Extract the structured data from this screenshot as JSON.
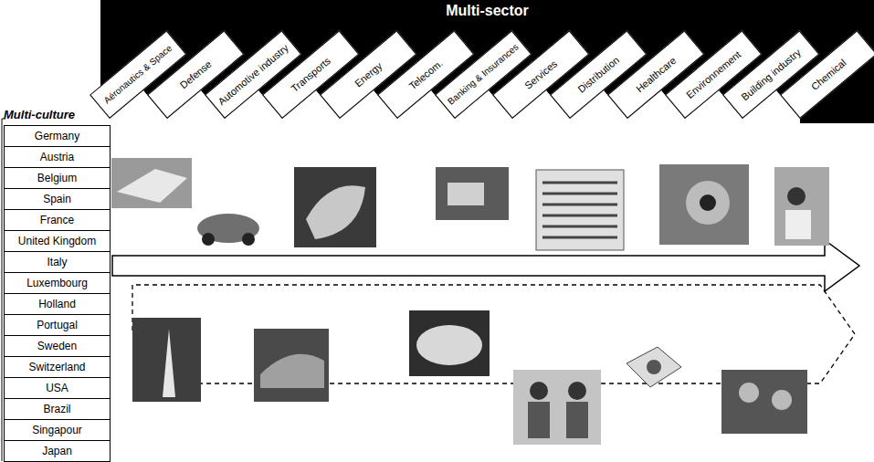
{
  "diagram": {
    "nodes": [
      {
        "text": [
          "Multi-sector"
        ]
      },
      {
        "text": [
          "Aéronautics & Space"
        ],
        "in": 0
      },
      {
        "text": [
          "Defense"
        ],
        "in": 0
      },
      {
        "text": [
          "Automotive industry"
        ],
        "in": 0
      },
      {
        "text": [
          "Transports"
        ],
        "in": 0
      },
      {
        "text": [
          "Energy"
        ],
        "in": 0
      },
      {
        "text": [
          "Telecom."
        ],
        "in": 0
      },
      {
        "text": [
          "Banking & Insurances"
        ],
        "in": 0
      },
      {
        "text": [
          "Services"
        ],
        "in": 0
      },
      {
        "text": [
          "Distribution"
        ],
        "in": 0
      },
      {
        "text": [
          "Healthcare"
        ],
        "in": 0
      },
      {
        "text": [
          "Environnement"
        ],
        "in": 0
      },
      {
        "text": [
          "Building industry"
        ],
        "in": 0
      },
      {
        "text": [
          "Chemical"
        ],
        "in": 0
      },
      {
        "text": [
          "Multi-culture"
        ]
      },
      {
        "text": [
          "Germany"
        ],
        "in": 14
      },
      {
        "text": [
          "Austria"
        ],
        "in": 14
      },
      {
        "text": [
          "Belgium"
        ],
        "in": 14
      },
      {
        "text": [
          "Spain"
        ],
        "in": 14
      },
      {
        "text": [
          "France"
        ],
        "in": 14
      },
      {
        "text": [
          "United Kingdom"
        ],
        "in": 14
      },
      {
        "text": [
          "Italy"
        ],
        "in": 14
      },
      {
        "text": [
          "Luxembourg"
        ],
        "in": 14
      },
      {
        "text": [
          "Holland"
        ],
        "in": 14
      },
      {
        "text": [
          "Portugal"
        ],
        "in": 14
      },
      {
        "text": [
          "Sweden"
        ],
        "in": 14
      },
      {
        "text": [
          "Switzerland"
        ],
        "in": 14
      },
      {
        "text": [
          "USA"
        ],
        "in": 14
      },
      {
        "text": [
          "Brazil"
        ],
        "in": 14
      },
      {
        "text": [
          "Singapour"
        ],
        "in": 14
      },
      {
        "text": [
          "Japan"
        ],
        "in": 14
      }
    ]
  }
}
